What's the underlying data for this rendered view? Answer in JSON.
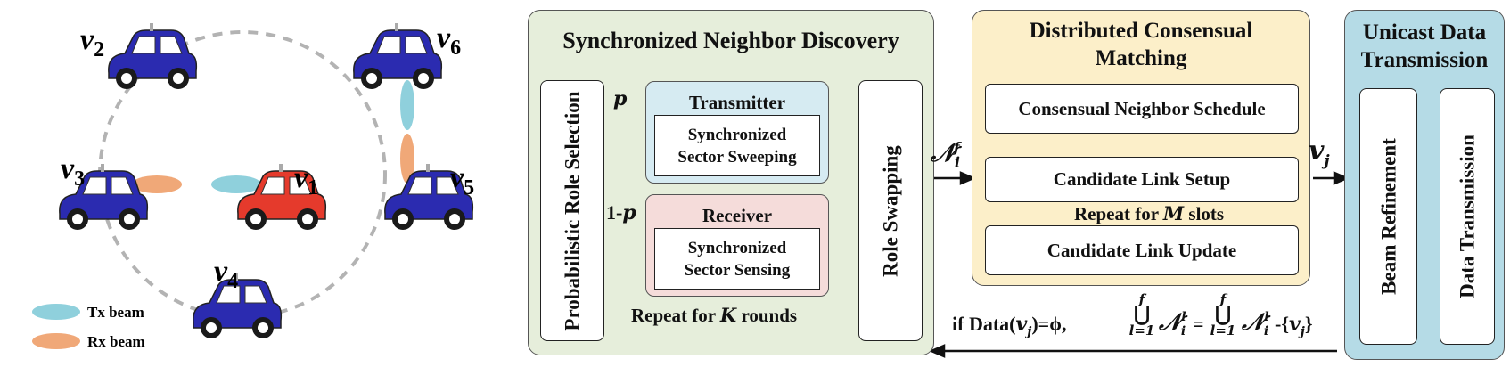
{
  "network": {
    "nodes": [
      {
        "id": "v1",
        "label": "v",
        "sub": "1",
        "color": "#e53a2c"
      },
      {
        "id": "v2",
        "label": "v",
        "sub": "2",
        "color": "#2b2bb0"
      },
      {
        "id": "v3",
        "label": "v",
        "sub": "3",
        "color": "#2b2bb0"
      },
      {
        "id": "v4",
        "label": "v",
        "sub": "4",
        "color": "#2b2bb0"
      },
      {
        "id": "v5",
        "label": "v",
        "sub": "5",
        "color": "#2b2bb0"
      },
      {
        "id": "v6",
        "label": "v",
        "sub": "6",
        "color": "#2b2bb0"
      }
    ],
    "legend": [
      {
        "label": "Tx beam",
        "color": "#8fd0dc"
      },
      {
        "label": "Rx beam",
        "color": "#f0a878"
      }
    ]
  },
  "snd": {
    "title": "Synchronized Neighbor Discovery",
    "role_selection": "Probabilistic Role Selection",
    "p_label": "p",
    "one_minus_p_prefix": "1-",
    "one_minus_p_var": "p",
    "transmitter": {
      "title": "Transmitter",
      "body": "Synchronized Sector Sweeping",
      "color": "#d6ebf2"
    },
    "receiver": {
      "title": "Receiver",
      "body": "Synchronized Sector Sensing",
      "color": "#f5dcda"
    },
    "role_swapping": "Role Swapping",
    "repeat_prefix": "Repeat for ",
    "repeat_var": "K",
    "repeat_suffix": " rounds",
    "bg": "#e6eedb"
  },
  "transition1": {
    "base": "𝒩",
    "sub": "i",
    "sup": "f"
  },
  "dcm": {
    "title": "Distributed Consensual Matching",
    "schedule": "Consensual Neighbor Schedule",
    "setup": "Candidate Link Setup",
    "update": "Candidate Link Update",
    "repeat_prefix": "Repeat for ",
    "repeat_var": "M",
    "repeat_suffix": " slots",
    "bg": "#fcefc9"
  },
  "transition2": {
    "base": "v",
    "sub": "j"
  },
  "udt": {
    "title": "Unicast Data Transmission",
    "beam": "Beam Refinement",
    "data": "Data Transmission",
    "bg": "#b5dbe6"
  },
  "feedback": {
    "if_word": "if Data(",
    "var": "v",
    "var_sub": "j",
    "eq": ")=ϕ,",
    "union_top": "f",
    "union_bottom": "l=1",
    "set_base": "𝒩",
    "set_sub": "i",
    "set_sup": "l",
    "minus": "-{",
    "close": "}"
  }
}
